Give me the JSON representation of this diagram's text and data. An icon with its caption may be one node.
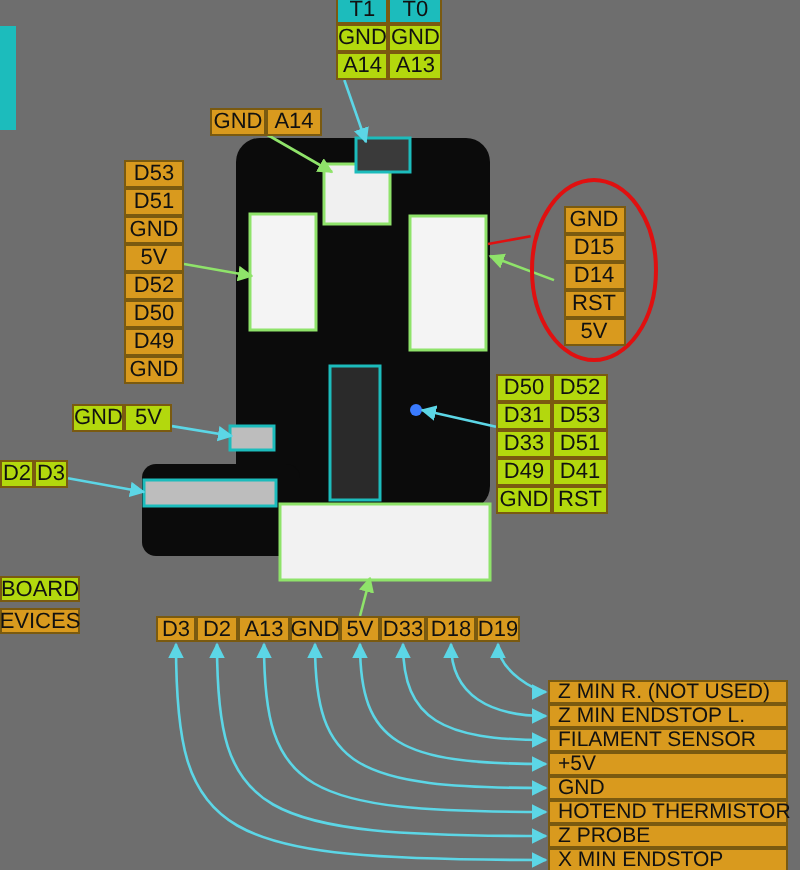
{
  "diagram": {
    "nodes": [
      {
        "text": [],
        "shape": "box"
      },
      {
        "text": [
          "T1",
          "T0",
          "GND",
          "GND",
          "A14",
          "A13"
        ]
      },
      {
        "text": [
          "GND",
          "A14"
        ]
      },
      {
        "text": [
          "D53",
          "D51",
          "GND",
          "5V",
          "D52",
          "D50",
          "D49",
          "GND"
        ]
      },
      {
        "text": [],
        "shape": "circle"
      },
      {
        "text": [
          "GND",
          "D15",
          "D14",
          "RST",
          "5V"
        ],
        "in": 4
      },
      {
        "text": [
          "D50",
          "D52",
          "D31",
          "D53",
          "D33",
          "D51",
          "D49",
          "D41",
          "GND",
          "RST"
        ]
      },
      {
        "text": [
          "GND",
          "5V"
        ]
      },
      {
        "text": [
          "D2",
          "D3"
        ]
      },
      {
        "text": [],
        "shape": "picture"
      },
      {
        "text": [
          "BOARD"
        ]
      },
      {
        "text": [
          "EVICES"
        ]
      },
      {
        "text": [
          "D3"
        ]
      },
      {
        "text": [
          "D2"
        ]
      },
      {
        "text": [
          "A13"
        ]
      },
      {
        "text": [
          "GND"
        ]
      },
      {
        "text": [
          "5V"
        ]
      },
      {
        "text": [
          "D33"
        ]
      },
      {
        "text": [
          "D18"
        ]
      },
      {
        "text": [
          "D19"
        ]
      },
      {
        "text": [
          "Z MIN R. (NOT USED)"
        ]
      },
      {
        "text": [
          "Z MIN ENDSTOP L."
        ]
      },
      {
        "text": [
          "FILAMENT SENSOR"
        ]
      },
      {
        "text": [
          "+5V"
        ]
      },
      {
        "text": [
          "GND"
        ]
      },
      {
        "text": [
          "HOTEND THERMISTOR"
        ]
      },
      {
        "text": [
          "Z PROBE"
        ]
      },
      {
        "text": [
          "X MIN ENDSTOP"
        ]
      }
    ],
    "edges": [
      {
        "from": 1,
        "to": 9,
        "arrow": "to"
      },
      {
        "from": 2,
        "to": 9,
        "arrow": "to",
        "color": "#8fe36a"
      },
      {
        "from": 3,
        "to": 9,
        "arrow": "to",
        "color": "#8fe36a"
      },
      {
        "from": 4,
        "to": 9,
        "arrow": "none",
        "color": "#e01010"
      },
      {
        "from": 5,
        "to": 9,
        "arrow": "to",
        "color": "#8fe36a"
      },
      {
        "from": 6,
        "to": 9,
        "arrow": "to"
      },
      {
        "from": 7,
        "to": 9,
        "arrow": "to"
      },
      {
        "from": 8,
        "to": 9,
        "arrow": "to"
      },
      {
        "from": 16,
        "to": 9,
        "arrow": "to",
        "color": "#8fe36a"
      },
      {
        "from": 12,
        "to": 27,
        "arrow": "both"
      },
      {
        "from": 13,
        "to": 26,
        "arrow": "both"
      },
      {
        "from": 14,
        "to": 25,
        "arrow": "both"
      },
      {
        "from": 15,
        "to": 24,
        "arrow": "both"
      },
      {
        "from": 16,
        "to": 23,
        "arrow": "both"
      },
      {
        "from": 17,
        "to": 22,
        "arrow": "both"
      },
      {
        "from": 18,
        "to": 21,
        "arrow": "both"
      },
      {
        "from": 19,
        "to": 20,
        "arrow": "both"
      }
    ]
  }
}
